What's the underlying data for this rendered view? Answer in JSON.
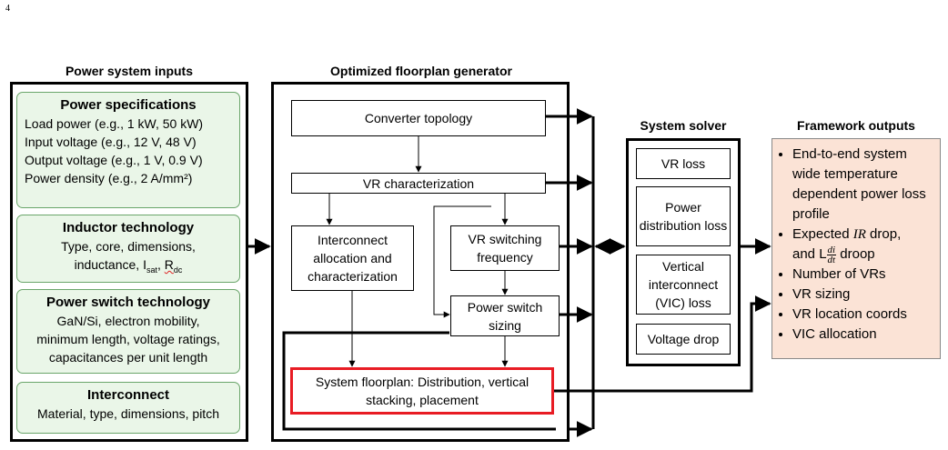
{
  "page_number": "4",
  "inputs": {
    "title": "Power system inputs",
    "power_spec": {
      "title": "Power specifications",
      "lines": [
        "Load power (e.g., 1 kW, 50 kW)",
        "Input voltage (e.g., 12 V, 48 V)",
        "Output voltage (e.g., 1 V, 0.9 V)",
        "Power density (e.g., 2 A/mm²)"
      ]
    },
    "inductor": {
      "title": "Inductor technology",
      "line1": "Type, core, dimensions,",
      "line2_prefix": "inductance, I",
      "isat_sub": "sat",
      "sep": ", ",
      "rdc_r": "R",
      "rdc_sub": "dc"
    },
    "switch": {
      "title": "Power switch technology",
      "lines": [
        "GaN/Si, electron mobility,",
        "minimum length, voltage ratings,",
        "capacitances per unit length"
      ]
    },
    "interconnect": {
      "title": "Interconnect",
      "lines": [
        "Material, type, dimensions, pitch"
      ]
    }
  },
  "generator": {
    "title": "Optimized floorplan generator",
    "converter_topology": "Converter topology",
    "vr_characterization": "VR characterization",
    "interconnect_alloc": [
      "Interconnect",
      "allocation and",
      "characterization"
    ],
    "vr_switching": [
      "VR  switching",
      "frequency"
    ],
    "power_switch_sizing": [
      "Power switch",
      "sizing"
    ],
    "floorplan": [
      "System floorplan: Distribution,",
      "vertical stacking, placement"
    ]
  },
  "solver": {
    "title": "System solver",
    "vr_loss": "VR loss",
    "pdl": [
      "Power",
      "distribution",
      "loss"
    ],
    "vic": [
      "Vertical",
      "interconnect",
      "(VIC) loss"
    ],
    "voltage_drop": "Voltage drop"
  },
  "outputs": {
    "title": "Framework outputs",
    "items": {
      "i1": "End-to-end system wide temperature dependent power loss profile",
      "i2_a": "Expected ",
      "i2_ir": "IR",
      "i2_b": " drop,",
      "i2_c": "and L",
      "i2_num": "di",
      "i2_den": "dt",
      "i2_d": " droop",
      "i3": "Number of VRs",
      "i4": "VR sizing",
      "i5": "VR location coords",
      "i6": "VIC allocation"
    }
  }
}
